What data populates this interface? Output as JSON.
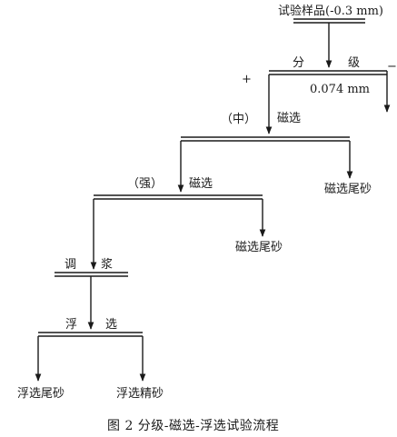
{
  "sample": "试验样品(-0.3 mm)",
  "classify": {
    "left": "分",
    "right": "级",
    "plus": "+",
    "minus": "−",
    "size": "0.074 mm"
  },
  "medium_magnetic": {
    "label": "（中）",
    "process": "磁选",
    "tail": "磁选尾砂"
  },
  "strong_magnetic": {
    "label": "（强）",
    "process": "磁选",
    "tail": "磁选尾砂"
  },
  "conditioning": {
    "left": "调",
    "right": "浆"
  },
  "flotation": {
    "left": "浮",
    "right": "选",
    "tail": "浮选尾砂",
    "concentrate": "浮选精砂"
  },
  "caption": "图 2   分级-磁选-浮选试验流程",
  "line_color": "#1a1a1a"
}
